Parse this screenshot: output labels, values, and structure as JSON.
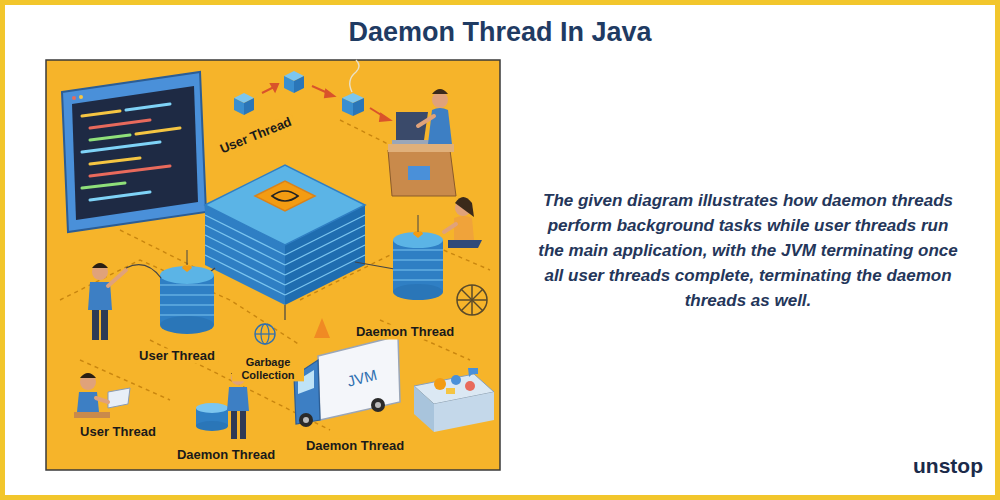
{
  "diagram": {
    "title": "Daemon Thread In Java",
    "caption": "The given diagram illustrates how daemon threads perform background tasks while user threads run the main application, with the JVM terminating once all user threads complete, terminating the daemon threads as well.",
    "labels": [
      "User Thread",
      "Daemon Thread",
      "User Thread",
      "Garbage Collection",
      "User Thread",
      "Daemon Thread",
      "Daemon Thread",
      "JVM",
      "unstop"
    ]
  }
}
